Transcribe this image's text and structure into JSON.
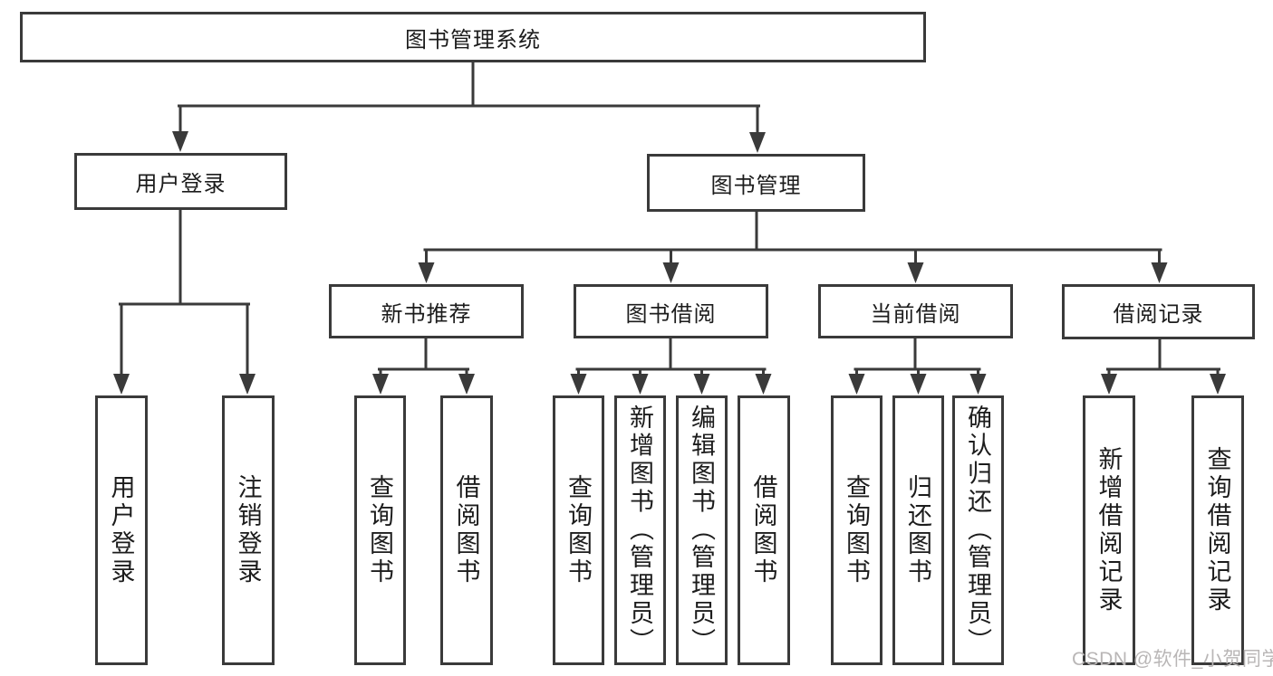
{
  "diagram": {
    "title": "图书管理系统",
    "watermark": "CSDN @软件_小贺同学",
    "colors": {
      "background": "#ffffff",
      "box_border": "#3a3a3a",
      "box_fill": "#ffffff",
      "line": "#3a3a3a",
      "text": "#1c1c1c",
      "watermark": "#b9b6b6"
    },
    "nodes": [
      {
        "id": "root",
        "label": "图书管理系统",
        "level": 1,
        "parent": null
      },
      {
        "id": "login",
        "label": "用户登录",
        "level": 2,
        "parent": "图书管理系统"
      },
      {
        "id": "bookmgmt",
        "label": "图书管理",
        "level": 2,
        "parent": "图书管理系统"
      },
      {
        "id": "newbook",
        "label": "新书推荐",
        "level": 3,
        "parent": "图书管理"
      },
      {
        "id": "borrowmod",
        "label": "图书借阅",
        "level": 3,
        "parent": "图书管理"
      },
      {
        "id": "currentmod",
        "label": "当前借阅",
        "level": 3,
        "parent": "图书管理"
      },
      {
        "id": "recordsmod",
        "label": "借阅记录",
        "level": 3,
        "parent": "图书管理"
      },
      {
        "id": "v1",
        "label": "用户登录",
        "level": 4,
        "parent": "用户登录"
      },
      {
        "id": "v2",
        "label": "注销登录",
        "level": 4,
        "parent": "用户登录"
      },
      {
        "id": "v3",
        "label": "查询图书",
        "level": 4,
        "parent": "新书推荐"
      },
      {
        "id": "v4",
        "label": "借阅图书",
        "level": 4,
        "parent": "新书推荐"
      },
      {
        "id": "v5",
        "label": "查询图书",
        "level": 4,
        "parent": "图书借阅"
      },
      {
        "id": "v6",
        "label": "新增图书（管理员）",
        "level": 4,
        "parent": "图书借阅"
      },
      {
        "id": "v7",
        "label": "编辑图书（管理员）",
        "level": 4,
        "parent": "图书借阅"
      },
      {
        "id": "v8",
        "label": "借阅图书",
        "level": 4,
        "parent": "图书借阅"
      },
      {
        "id": "v9",
        "label": "查询图书",
        "level": 4,
        "parent": "当前借阅"
      },
      {
        "id": "v10",
        "label": "归还图书",
        "level": 4,
        "parent": "当前借阅"
      },
      {
        "id": "v11",
        "label": "确认归还（管理员）",
        "level": 4,
        "parent": "当前借阅"
      },
      {
        "id": "v12",
        "label": "新增借阅记录",
        "level": 4,
        "parent": "借阅记录"
      },
      {
        "id": "v13",
        "label": "查询借阅记录",
        "level": 4,
        "parent": "借阅记录"
      }
    ]
  }
}
